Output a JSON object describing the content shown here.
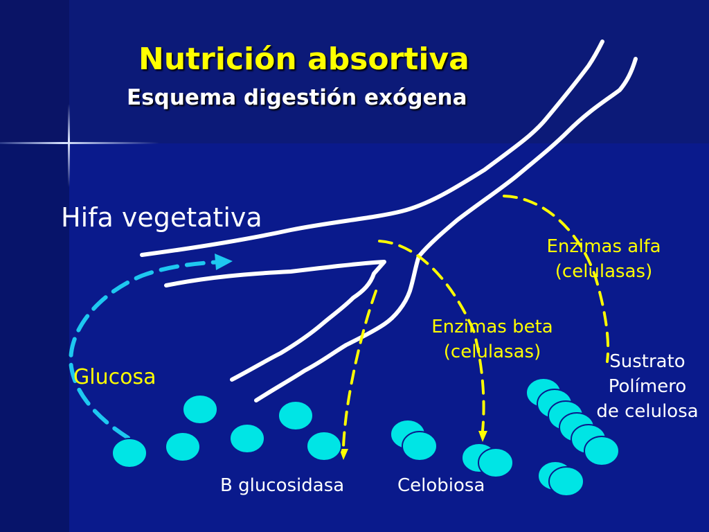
{
  "slide": {
    "title": "Nutrición absortiva",
    "subtitle": "Esquema digestión exógena"
  },
  "labels": {
    "hifa": "Hifa vegetativa",
    "glucosa": "Glucosa",
    "enzimas_alfa_1": "Enzimas alfa",
    "enzimas_alfa_2": "(celulasas)",
    "enzimas_beta_1": "Enzimas beta",
    "enzimas_beta_2": "(celulasas)",
    "sustrato_1": "Sustrato",
    "sustrato_2": "Polímero",
    "sustrato_3": "de celulosa",
    "b_glucosidasa": "B glucosidasa",
    "celobiosa": "Celobiosa"
  },
  "colors": {
    "background": "#0a1a8c",
    "title": "#ffff00",
    "enzyme_arrows": "#ffff00",
    "glucose_arrow": "#1ec8f0",
    "molecules": "#00e5e5",
    "hypha": "#ffffff"
  }
}
